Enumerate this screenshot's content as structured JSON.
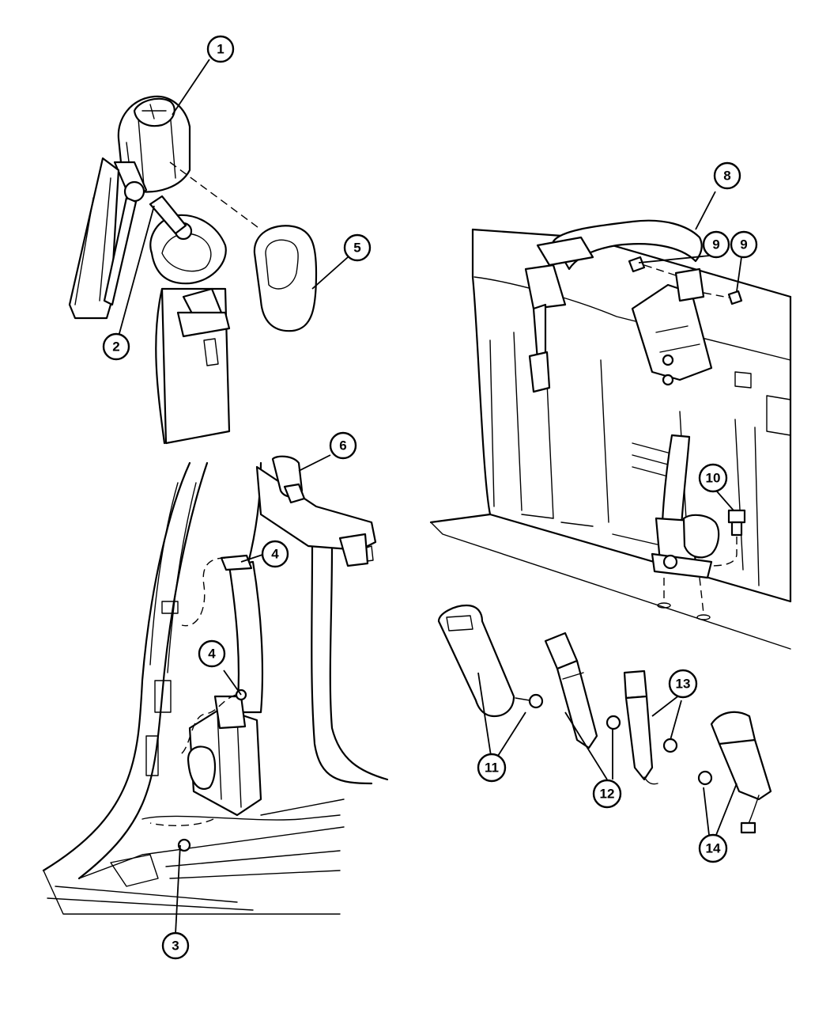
{
  "callouts": {
    "c1": "1",
    "c2": "2",
    "c3": "3",
    "c4a": "4",
    "c4b": "4",
    "c5": "5",
    "c6": "6",
    "c8": "8",
    "c9a": "9",
    "c9b": "9",
    "c10": "10",
    "c11": "11",
    "c12": "12",
    "c13": "13",
    "c14": "14"
  }
}
